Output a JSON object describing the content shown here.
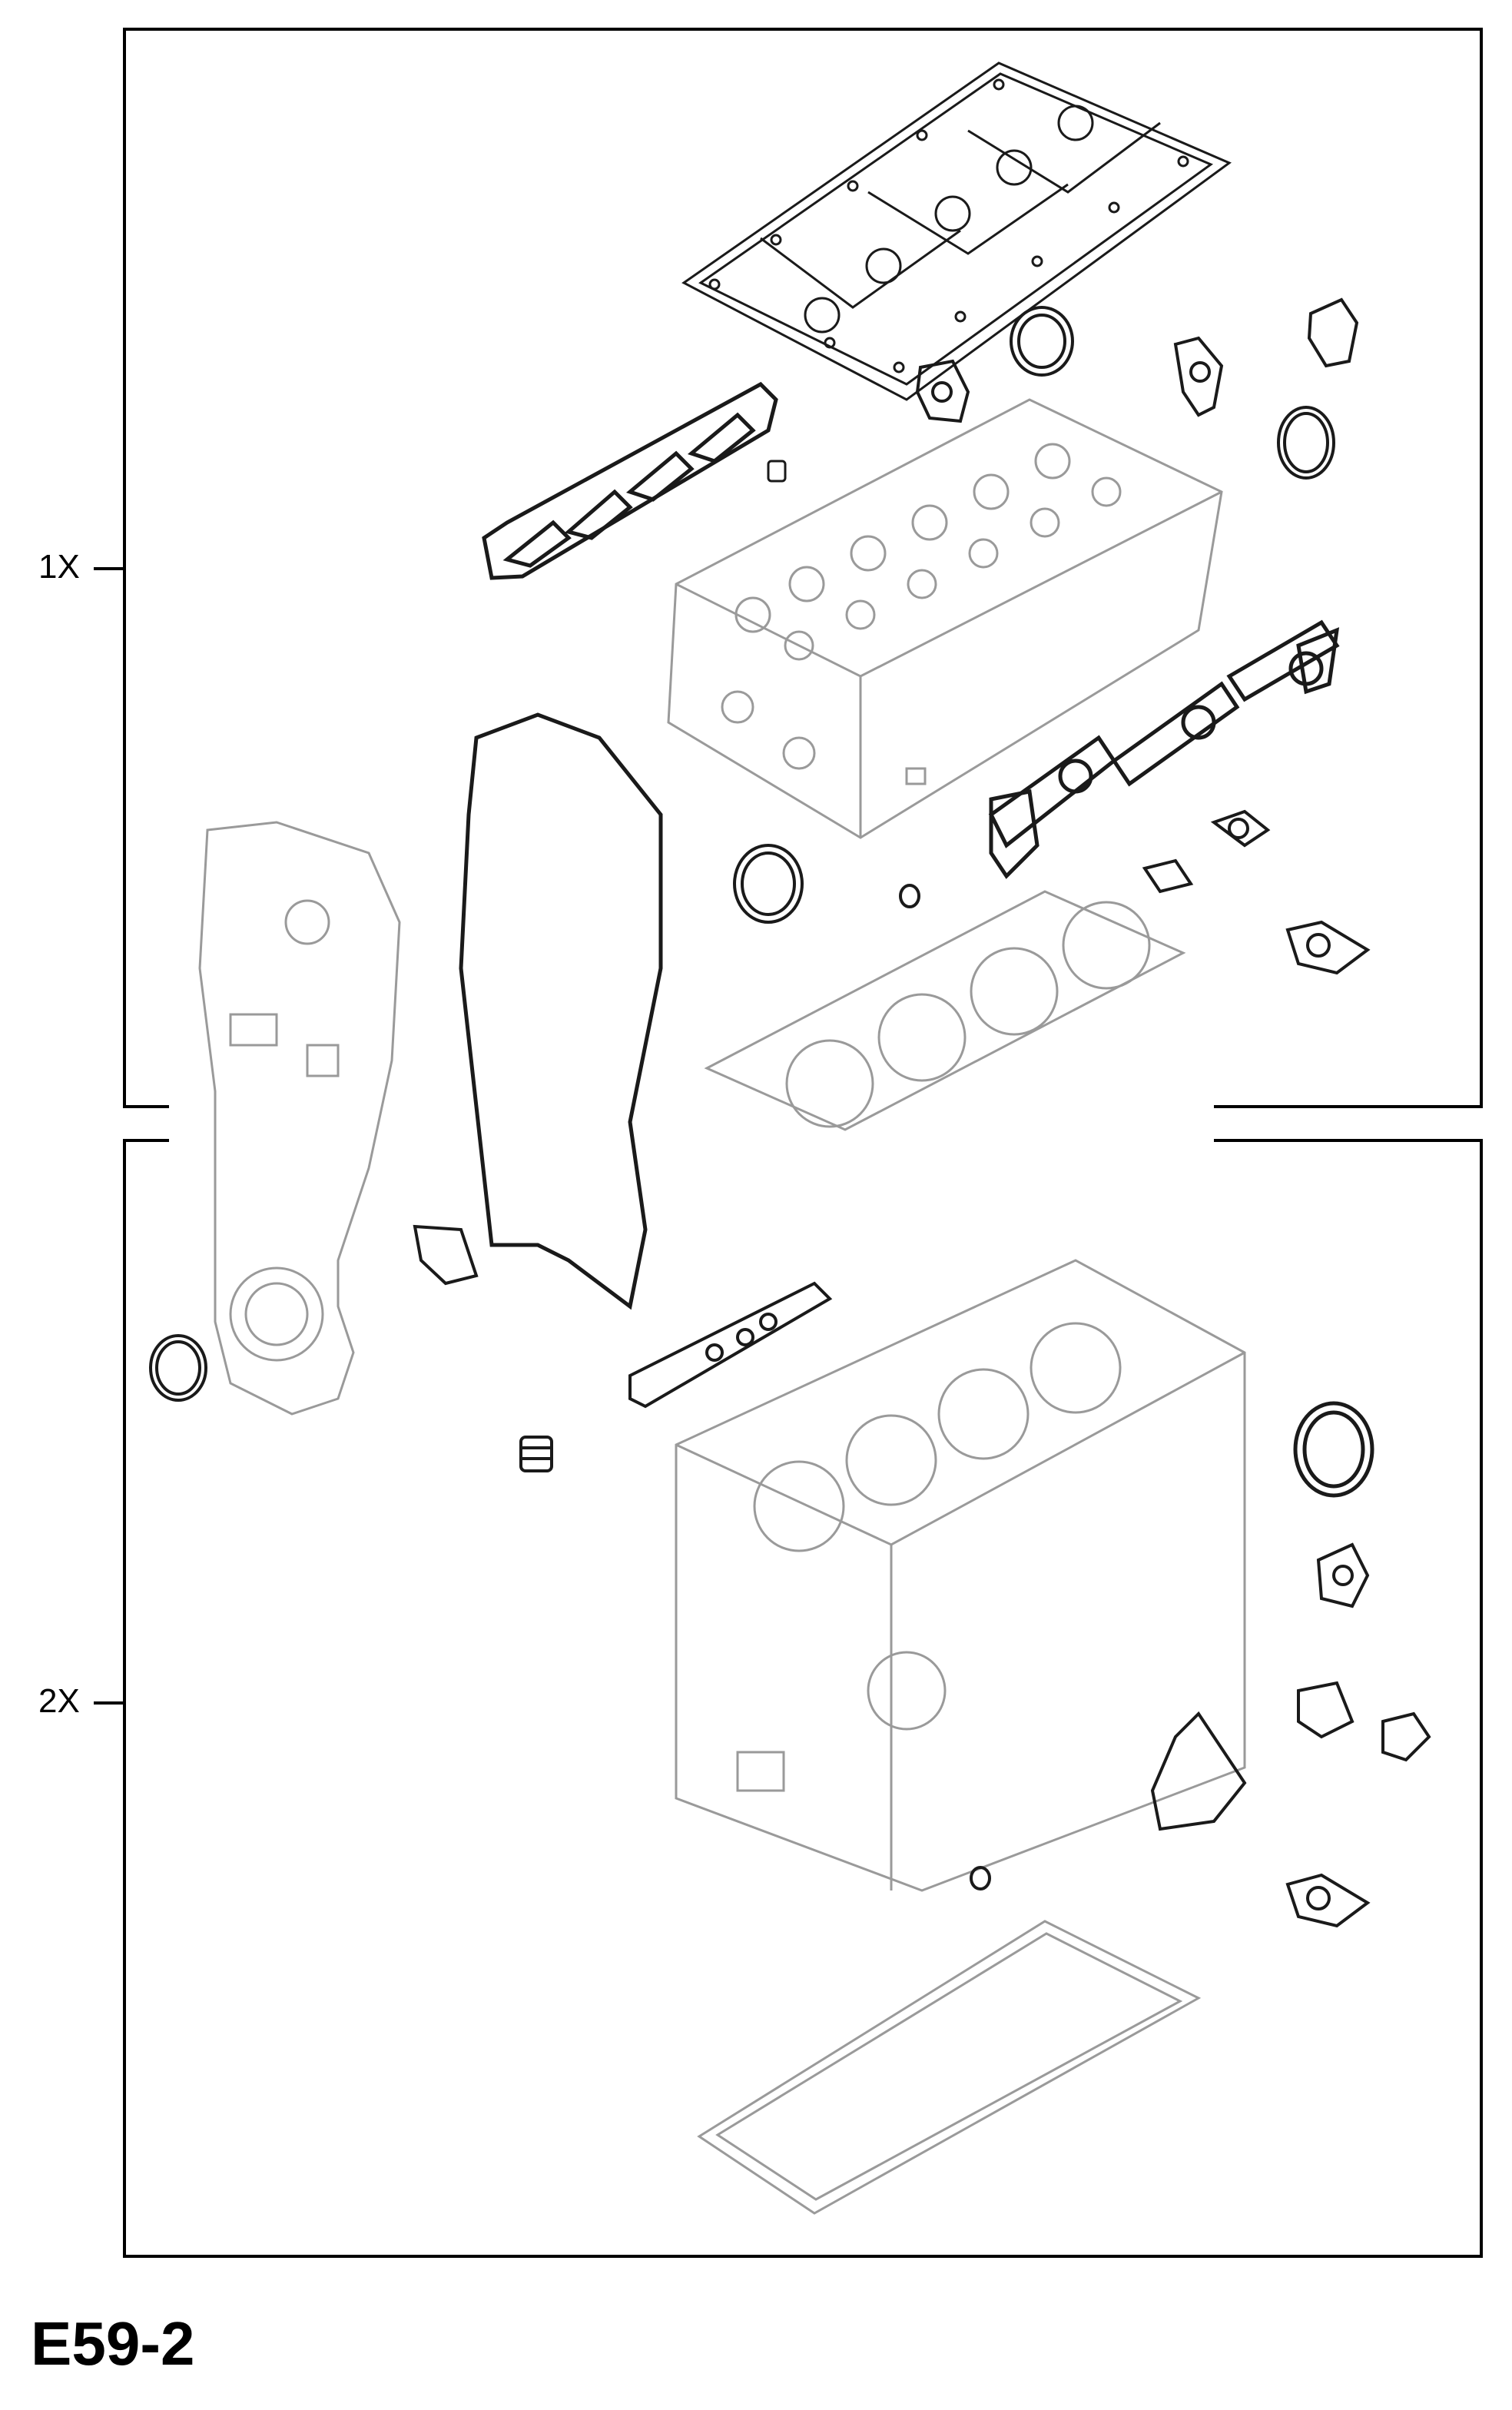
{
  "diagram": {
    "figure_code": "E59-2",
    "callouts": [
      {
        "label": "1X",
        "group": "upper-kit"
      },
      {
        "label": "2X",
        "group": "lower-kit"
      }
    ],
    "colors": {
      "gasket_stroke": "#1a1a1a",
      "component_stroke": "#9a9a9a",
      "frame_stroke": "#000000",
      "background": "#ffffff"
    }
  }
}
